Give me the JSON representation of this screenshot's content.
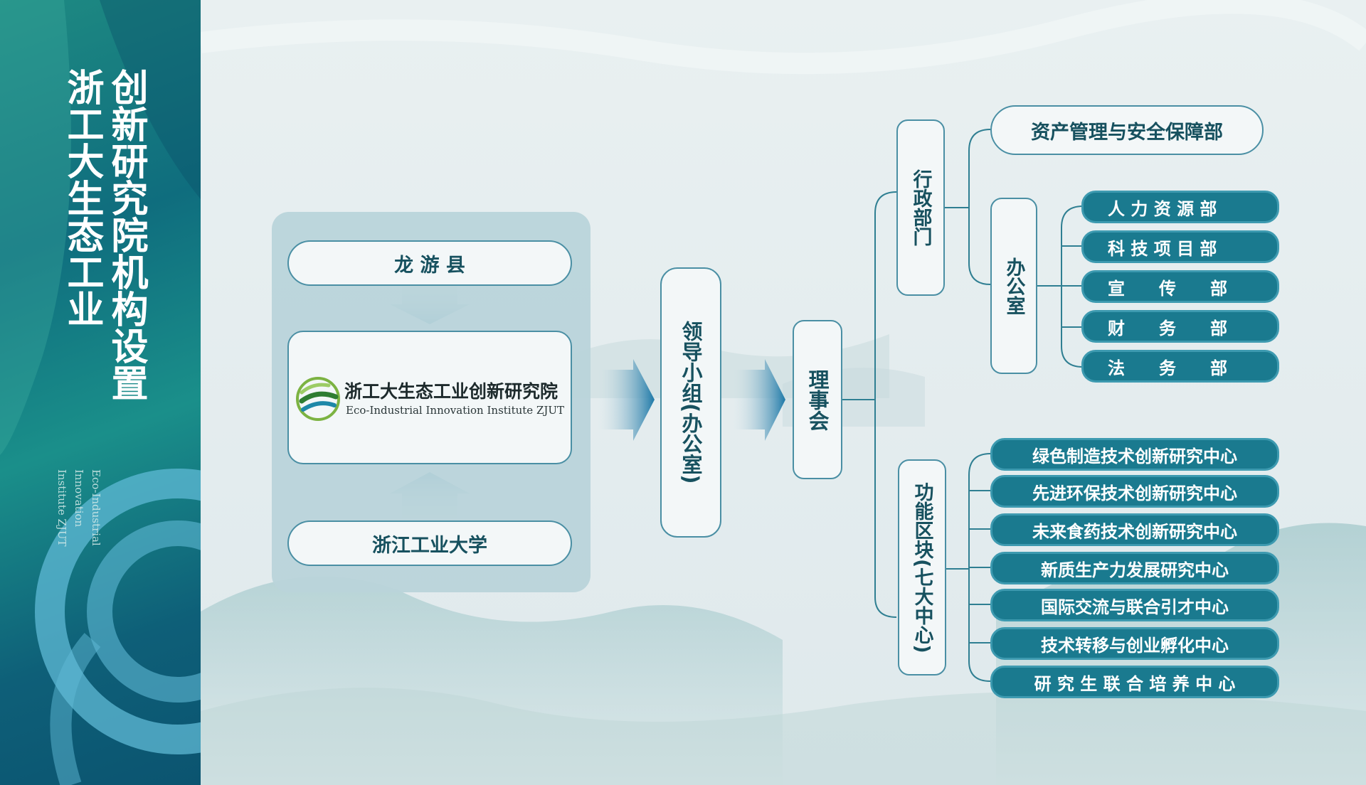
{
  "title": {
    "line1": "浙工大生态工业",
    "line2": "创新研究院机构设置"
  },
  "subtitle_en": {
    "line1": "Eco-Industrial",
    "line2": "Innovation",
    "line3": "Institute ZJUT"
  },
  "left_group": {
    "top": "龙 游 县",
    "center_cn": "浙工大生态工业创新研究院",
    "center_en": "Eco-Industrial Innovation Institute ZJUT",
    "bottom": "浙江工业大学"
  },
  "leadership": "领导小组(办公室)",
  "council": "理事会",
  "admin": {
    "label": "行政部门",
    "asset_dept": "资产管理与安全保障部",
    "office": "办公室",
    "office_depts": [
      "人 力 资 源 部",
      "科 技 项 目 部",
      "宣　　传　　部",
      "财　　务　　部",
      "法　　务　　部"
    ]
  },
  "functional": {
    "label": "功能区块(七大中心)",
    "centers": [
      "绿色制造技术创新研究中心",
      "先进环保技术创新研究中心",
      "未来食药技术创新研究中心",
      "新质生产力发展研究中心",
      "国际交流与联合引才中心",
      "技术转移与创业孵化中心",
      "研 究 生 联 合 培 养 中 心"
    ]
  },
  "colors": {
    "accent": "#1a7a8f",
    "border": "#4a8fa4",
    "text": "#17515f"
  }
}
